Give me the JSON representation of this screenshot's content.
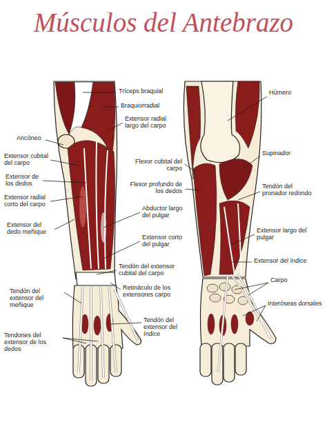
{
  "diagram": {
    "title": "Músculos del Antebrazo",
    "labels": [
      "Tríceps braquial",
      "Braquiorradial",
      "Extensor radial largo del carpo",
      "Ancóneo",
      "Extensor cubital del carpo",
      "Extensor de los dedos",
      "Flexor cubital del carpo",
      "Flexor profundo de los dedos",
      "Extensor radial corto del carpo",
      "Extensor del dedo meñique",
      "Abductor largo del pulgar",
      "Extensor corto del pulgar",
      "Tendón del extensor cubital del carpo",
      "Retináculo de los extensores carpo",
      "Tendón del extensor del meñique",
      "Tendón del extensor del índice",
      "Tendones del extensor de los dedos",
      "Húmero",
      "Supinador",
      "Tendón del pronador redondo",
      "Extensor largo del pulgar",
      "Extensor del índice",
      "Carpo",
      "Interóseas dorsales"
    ]
  }
}
